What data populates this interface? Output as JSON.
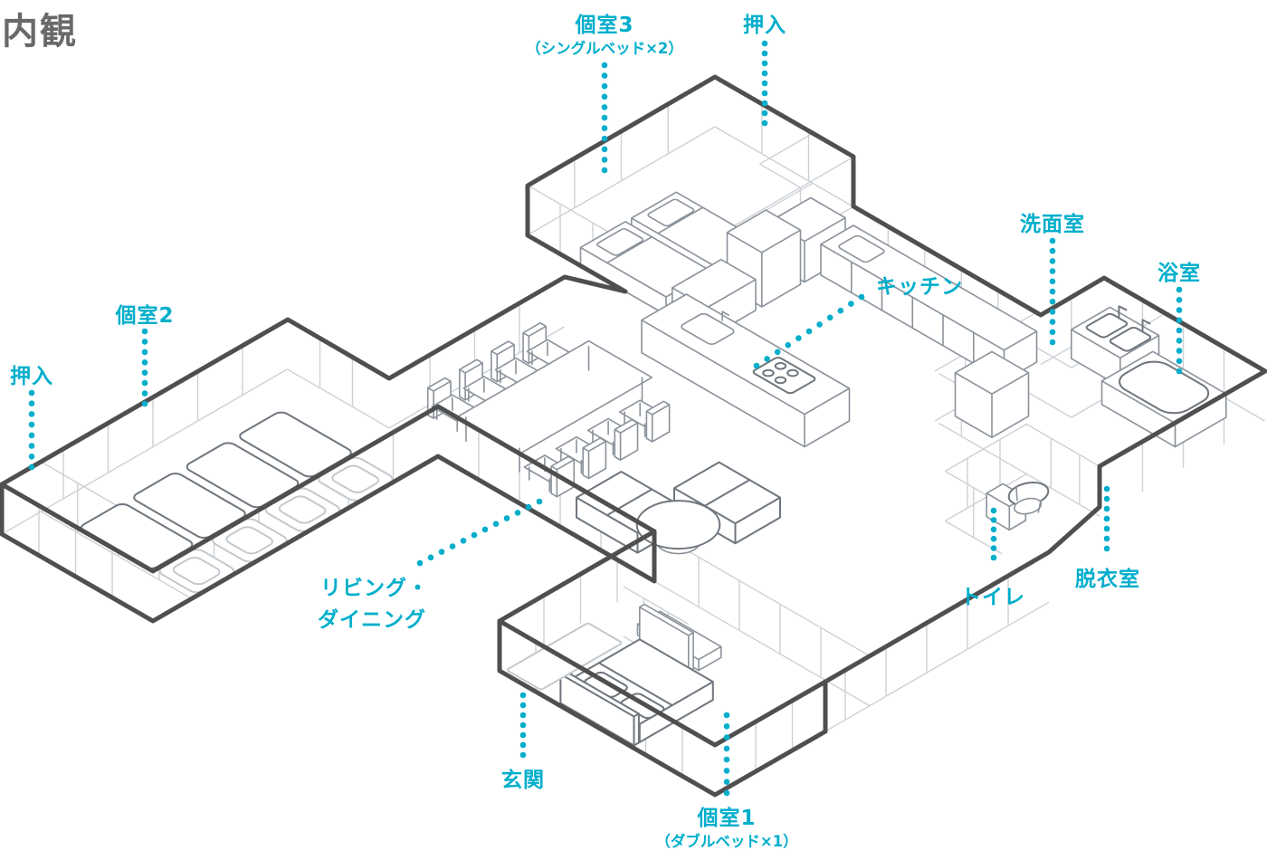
{
  "title": "内観",
  "colors": {
    "accent": "#00AECB",
    "title_color": "#696969",
    "wall_outline": "#4F4F4F",
    "wall_light": "#CCD1D6",
    "furniture": "#8B929A",
    "furniture_dark": "#6F767D",
    "furniture_faint": "#C3C9CE"
  },
  "labels": {
    "room3": "個室3",
    "room3_note": "（シングルベッド×2）",
    "closet_top": "押入",
    "washroom": "洗面室",
    "bathroom": "浴室",
    "kitchen": "キッチン",
    "room2": "個室2",
    "closet_left": "押入",
    "living_line1": "リビング・",
    "living_line2": "ダイニング",
    "toilet": "トイレ",
    "dressing_room": "脱衣室",
    "entrance": "玄関",
    "room1": "個室1",
    "room1_note": "（ダブルベッド×1）"
  }
}
